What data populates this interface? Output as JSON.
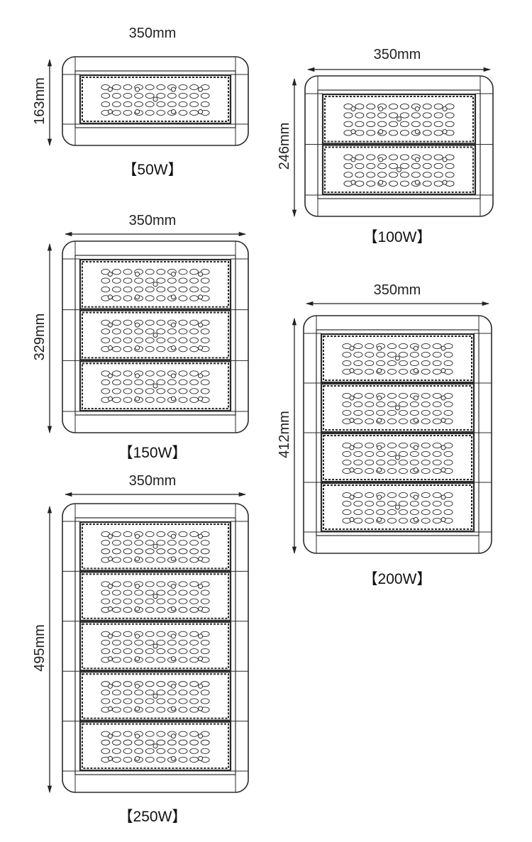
{
  "products": [
    {
      "caption": "【50W】",
      "width_label": "350mm",
      "height_label": "163mm",
      "modules": 1
    },
    {
      "caption": "【100W】",
      "width_label": "350mm",
      "height_label": "246mm",
      "modules": 2
    },
    {
      "caption": "【150W】",
      "width_label": "350mm",
      "height_label": "329mm",
      "modules": 3
    },
    {
      "caption": "【200W】",
      "width_label": "350mm",
      "height_label": "412mm",
      "modules": 4
    },
    {
      "caption": "【250W】",
      "width_label": "350mm",
      "height_label": "495mm",
      "modules": 5
    }
  ],
  "colors": {
    "line": "#2a2a2a",
    "body": "#ffffff"
  }
}
